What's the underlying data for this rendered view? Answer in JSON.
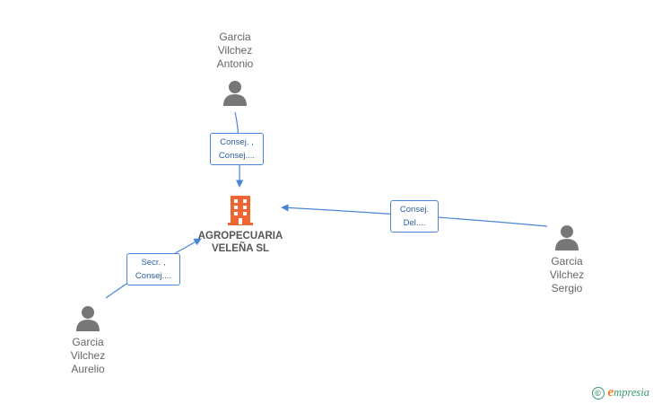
{
  "company": {
    "name": "AGROPECUARIA\nVELEÑA SL",
    "icon": "building-icon",
    "color": "#ee6633"
  },
  "people": [
    {
      "id": "antonio",
      "name": "Garcia\nVilchez\nAntonio",
      "icon": "person-icon"
    },
    {
      "id": "sergio",
      "name": "Garcia\nVilchez\nSergio",
      "icon": "person-icon"
    },
    {
      "id": "aurelio",
      "name": "Garcia\nVilchez\nAurelio",
      "icon": "person-icon"
    }
  ],
  "relations": [
    {
      "from": "antonio",
      "label": "Consej. ,\nConsej...."
    },
    {
      "from": "sergio",
      "label": "Consej.\nDel...."
    },
    {
      "from": "aurelio",
      "label": "Secr. ,\nConsej...."
    }
  ],
  "footer": {
    "copyright_symbol": "©",
    "brand_initial": "e",
    "brand_rest": "mpresia"
  },
  "colors": {
    "edge": "#4a86d8",
    "person": "#777777",
    "brand": "#3a9a6a",
    "brand_accent": "#f07a2a"
  }
}
